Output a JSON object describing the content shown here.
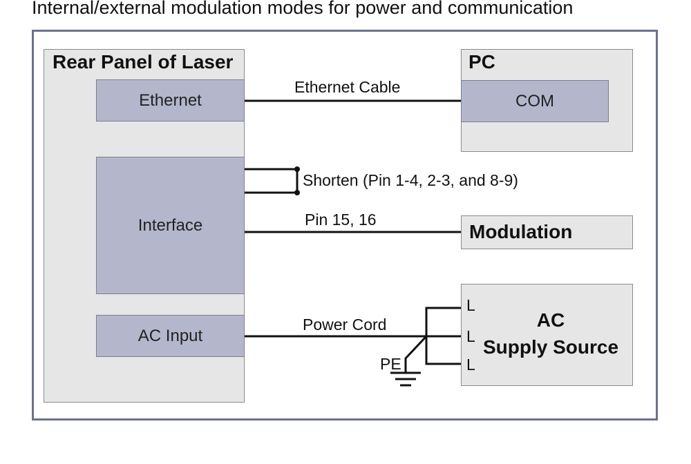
{
  "header": {
    "title": "Internal/external modulation modes for power and communication"
  },
  "footer": {
    "cut_text": ""
  },
  "laser_panel": {
    "title": "Rear Panel of Laser",
    "ports": {
      "ethernet": "Ethernet",
      "interface": "Interface",
      "ac_input": "AC Input"
    }
  },
  "pc": {
    "title": "PC",
    "com": "COM"
  },
  "modulation": {
    "title": "Modulation"
  },
  "ac_supply": {
    "line1": "AC",
    "line2": "Supply Source",
    "terminal_l": "L"
  },
  "connections": {
    "ethernet_cable": "Ethernet Cable",
    "shorten": "Shorten (Pin 1-4, 2-3, and 8-9)",
    "pins": "Pin 15, 16",
    "power_cord": "Power Cord",
    "pe": "PE"
  },
  "colors": {
    "frame": "#6b6f95",
    "panel": "#e6e6e6",
    "port": "#b4b6cc",
    "wire": "#111111"
  }
}
